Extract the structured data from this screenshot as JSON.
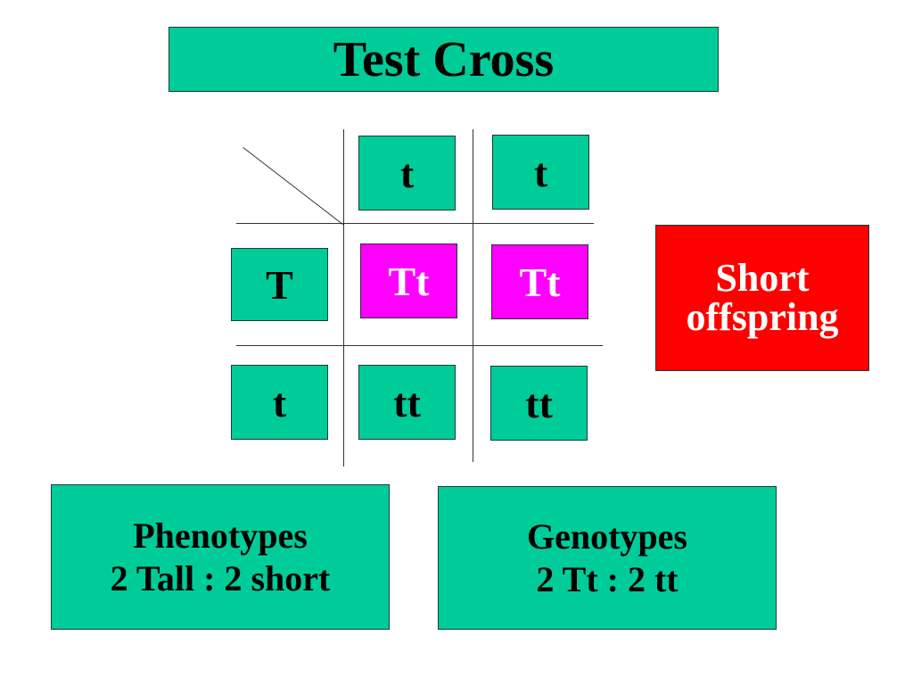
{
  "title": "Test Cross",
  "header_alleles": [
    "t",
    "t"
  ],
  "row_alleles": [
    "T",
    "t"
  ],
  "cells": [
    [
      "Tt",
      "Tt"
    ],
    [
      "tt",
      "tt"
    ]
  ],
  "note": {
    "line1": "Short",
    "line2": "offspring"
  },
  "phenotypes": {
    "heading": "Phenotypes",
    "ratio": "2 Tall : 2 short"
  },
  "genotypes": {
    "heading": "Genotypes",
    "ratio": "2 Tt : 2 tt"
  },
  "colors": {
    "teal": "#00cc99",
    "magenta": "#ff00ff",
    "red": "#ff0000"
  }
}
